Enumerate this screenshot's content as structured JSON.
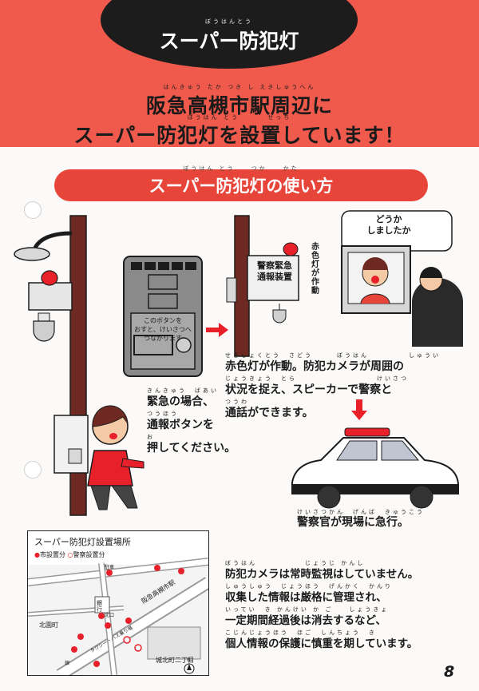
{
  "title": {
    "ruby": "ぼうはんとう",
    "text": "スーパー防犯灯"
  },
  "headline": {
    "line1_ruby": "はんきゅう たか つき し えきしゅうへん",
    "line1": "阪急高槻市駅周辺に",
    "line2_ruby": "ぼうはん とう　　　 せっち",
    "line2": "スーパー防犯灯を設置しています！"
  },
  "section_header": {
    "ruby": "ぼうはん とう　　つか　　かた",
    "text": "スーパー防犯灯の使い方"
  },
  "panel": {
    "hint_line1": "このボタンを",
    "hint_line2": "おすと、けいさつへ",
    "hint_line3": "つながります"
  },
  "lamp_label": "赤色灯が作動",
  "device_label": {
    "line1": "警察緊急",
    "line2": "通報装置"
  },
  "speech_bubble": {
    "line1": "どうか",
    "line2": "しましたか"
  },
  "step1": {
    "ruby1": "きんきゅう　ばあい",
    "line1": "緊急の場合、",
    "ruby2": "つうほう",
    "line2": "通報ボタンを",
    "ruby3": "お",
    "line3": "押してください。"
  },
  "step2": {
    "ruby1": "せきしょくとう　さどう　　　ぼうはん　　　　　しゅうい",
    "line1": "赤色灯が作動。防犯カメラが周囲の",
    "ruby2": "じょうきょう　とら　　　　　　　　　　けいさつ",
    "line2": "状況を捉え、スピーカーで警察と",
    "ruby3": "つうわ",
    "line3": "通話ができます。"
  },
  "step3": {
    "ruby": "けいさつかん　げんば　きゅうこう",
    "text": "警察官が現場に急行。"
  },
  "map": {
    "title": "スーパー防犯灯設置場所",
    "legend_city": "市設置分",
    "legend_police": "警察設置分",
    "labels": {
      "station": "阪急高槻市駅",
      "ginkou": "銀行",
      "kitazono": "北園町",
      "shiroyama": "城北町二丁目",
      "parking": "駐車",
      "kita_exit": "北口",
      "taxi": "タクシー・バス乗り場",
      "bank_small": "銀",
      "north": "N"
    }
  },
  "privacy": {
    "ruby1": "ぼうはん　　　　　　じょうじ かんし",
    "line1": "防犯カメラは常時監視はしていません。",
    "ruby2": "しゅうしゅう　じょうほう　げんかく　かんり",
    "line2": "収集した情報は厳格に管理され、",
    "ruby3": "いってい　き かんけい か ご　　しょうきょ",
    "line3": "一定期間経過後は消去するなど、",
    "ruby4": "こじんじょうほう　ほご　しんちょう　き",
    "line4": "個人情報の保護に慎重を期しています。"
  },
  "page_number": "8",
  "colors": {
    "banner": "#ef5a4c",
    "pill": "#e8453a",
    "pole": "#6e2a22",
    "lamp": "#e8202a",
    "dark": "#1c1c1c"
  }
}
